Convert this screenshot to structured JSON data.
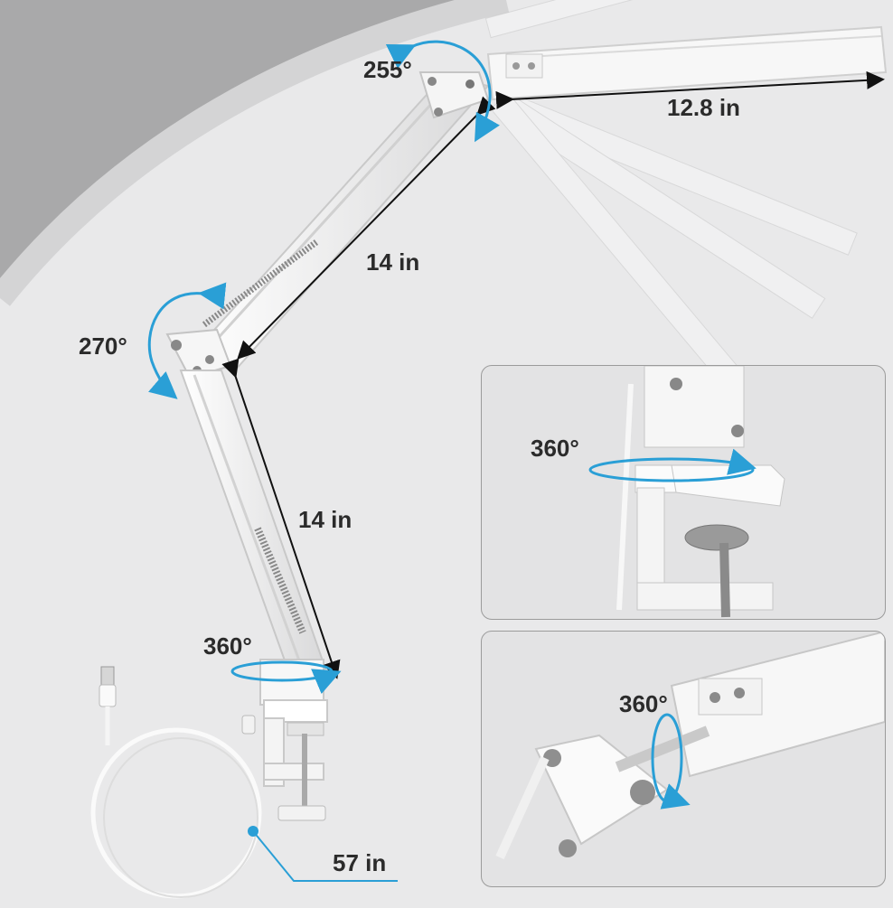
{
  "labels": {
    "head_rotation": "255°",
    "head_length": "12.8 in",
    "upper_arm_length": "14 in",
    "elbow_rotation": "270°",
    "lower_arm_length": "14 in",
    "base_rotation": "360°",
    "cable_length": "57 in"
  },
  "insets": {
    "clamp_rotation": "360°",
    "joint_rotation": "360°"
  },
  "colors": {
    "background": "#e9e9ea",
    "arrow_accent": "#2a9fd6",
    "text": "#2b2b2b"
  }
}
